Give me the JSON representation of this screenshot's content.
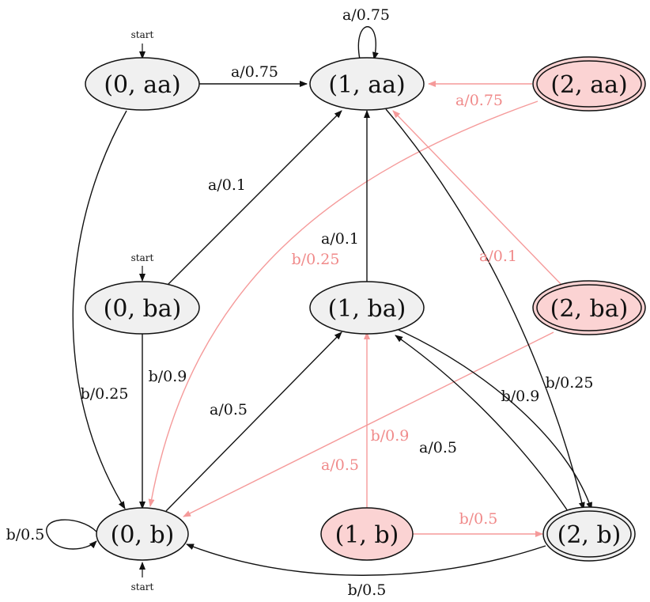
{
  "colors": {
    "node_fill": "#f0f0f0",
    "highlight_fill": "#fbd3d3",
    "edge_black": "#111111",
    "edge_pink": "#f59a9a",
    "text_black": "#111111",
    "text_pink": "#f08a8a"
  },
  "start_label": "start",
  "nodes": {
    "s0aa": {
      "label": "(0, aa)",
      "highlight": false,
      "accepting": false
    },
    "s1aa": {
      "label": "(1, aa)",
      "highlight": false,
      "accepting": false
    },
    "s2aa": {
      "label": "(2, aa)",
      "highlight": true,
      "accepting": true
    },
    "s0ba": {
      "label": "(0, ba)",
      "highlight": false,
      "accepting": false
    },
    "s1ba": {
      "label": "(1, ba)",
      "highlight": false,
      "accepting": false
    },
    "s2ba": {
      "label": "(2, ba)",
      "highlight": true,
      "accepting": true
    },
    "s0b": {
      "label": "(0, b)",
      "highlight": false,
      "accepting": false
    },
    "s1b": {
      "label": "(1, b)",
      "highlight": true,
      "accepting": false
    },
    "s2b": {
      "label": "(2, b)",
      "highlight": false,
      "accepting": true
    }
  },
  "edges": {
    "loop_1aa": "a/0.75",
    "e_0aa_1aa": "a/0.75",
    "e_2aa_1aa": "a/0.75",
    "e_0ba_1aa": "a/0.1",
    "e_1ba_1aa": "a/0.1",
    "e_2ba_1aa": "a/0.1",
    "e_2aa_0b": "b/0.25",
    "e_0aa_0b": "b/0.25",
    "e_0ba_0b": "b/0.9",
    "e_0b_1ba": "a/0.5",
    "e_1aa_2b": "b/0.25",
    "e_1ba_2b": "b/0.9",
    "e_2b_1ba": "a/0.5",
    "e_1b_1ba": "b/0.9",
    "e_2ba_0b": "a/0.5",
    "e_1b_2b": "b/0.5",
    "e_2b_0b": "b/0.5",
    "loop_0b": "b/0.5"
  }
}
